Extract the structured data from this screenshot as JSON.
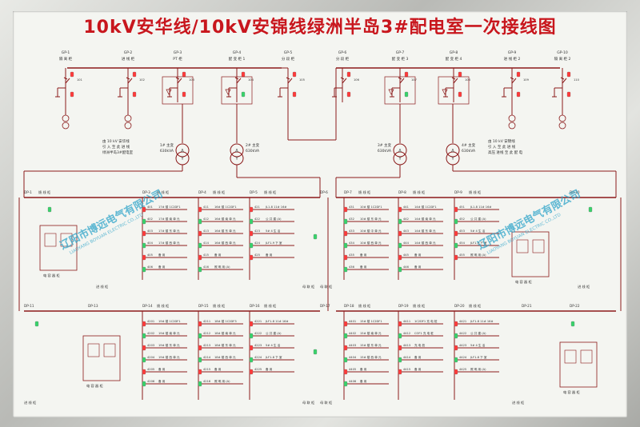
{
  "title": "10kV安华线/10kV安锦线绿洲半岛3#配电室一次接线图",
  "hv_panels": [
    {
      "code": "GP-1",
      "name": "隔 离 柜"
    },
    {
      "code": "GP-2",
      "name": "进 线 柜"
    },
    {
      "code": "GP-3",
      "name": "PT 柜"
    },
    {
      "code": "GP-4",
      "name": "配 变 柜 1"
    },
    {
      "code": "GP-5",
      "name": "分 段 柜"
    },
    {
      "code": "GP-6",
      "name": "分 段 柜"
    },
    {
      "code": "GP-7",
      "name": "配 变 柜 3"
    },
    {
      "code": "GP-8",
      "name": "配 变 柜 4"
    },
    {
      "code": "GP-9",
      "name": "进 线 柜 2"
    },
    {
      "code": "GP-10",
      "name": "隔 离 柜 2"
    }
  ],
  "hv_switch_labels": [
    "101",
    "102",
    "103",
    "104",
    "105",
    "106",
    "107",
    "108",
    "109",
    "110"
  ],
  "transformers": [
    {
      "name": "1# 主变",
      "rating": "630kVA"
    },
    {
      "name": "2# 主变",
      "rating": "630kVA"
    },
    {
      "name": "3# 主变",
      "rating": "630kVA"
    },
    {
      "name": "4# 主变",
      "rating": "630kVA"
    }
  ],
  "notes": {
    "left": [
      "由 10 kV 安华线",
      "引 入 至 此 进 线",
      "绿洲半岛3#配电室"
    ],
    "right": [
      "由 10 kV 安锦线",
      "引 入 至 此 进 线",
      "高压 进线 至 此 配 电"
    ]
  },
  "lv_top_panels": [
    {
      "code": "DP-1",
      "name": "馈 线 柜"
    },
    {
      "code": "DP-3",
      "name": "馈 线 柜"
    },
    {
      "code": "DP-4",
      "name": "馈 线 柜"
    },
    {
      "code": "DP-5",
      "name": "馈 线 柜"
    },
    {
      "code": "DP-6",
      "name": ""
    },
    {
      "code": "DP-7",
      "name": "馈 线 柜"
    },
    {
      "code": "DP-8",
      "name": "馈 线 柜"
    },
    {
      "code": "DP-9",
      "name": "馈 线 柜"
    },
    {
      "code": "DP-10",
      "name": ""
    }
  ],
  "lv_bottom_panels": [
    {
      "code": "DP-11",
      "name": ""
    },
    {
      "code": "DP-13",
      "name": ""
    },
    {
      "code": "DP-14",
      "name": "馈 线 柜"
    },
    {
      "code": "DP-15",
      "name": "馈 线 柜"
    },
    {
      "code": "DP-16",
      "name": "馈 线 柜"
    },
    {
      "code": "DP-17",
      "name": ""
    },
    {
      "code": "DP-18",
      "name": "馈 线 柜"
    },
    {
      "code": "DP-19",
      "name": "馈 线 柜"
    },
    {
      "code": "DP-20",
      "name": "馈 线 柜"
    },
    {
      "code": "DP-21",
      "name": ""
    },
    {
      "code": "DP-22",
      "name": ""
    }
  ],
  "feeder_columns_top": [
    {
      "ids": [
        "401",
        "402",
        "403",
        "404",
        "405",
        "406"
      ],
      "labels": [
        "17# 楼 1C2DF1",
        "17# 楼 南 单 元",
        "17# 楼 东 单 元",
        "17# 楼 西 单 元",
        "备 用",
        "备 用"
      ]
    },
    {
      "ids": [
        "411",
        "412",
        "413",
        "414",
        "415",
        "416"
      ],
      "labels": [
        "16# 楼 1C2DF1",
        "16# 楼 南 单 元",
        "16# 楼 东 单 元",
        "16# 楼 西 单 元",
        "备 用",
        "照 明 用 (A)"
      ]
    },
    {
      "ids": [
        "421",
        "422",
        "423",
        "424",
        "425"
      ],
      "labels": [
        "JL1-8 11# 16#",
        "公 共 建 (A)",
        "5# 4  生 活",
        "JLF1-9  下 室",
        "备 用"
      ]
    },
    {
      "ids": [
        "431",
        "432",
        "433",
        "434",
        "435",
        "436"
      ],
      "labels": [
        "10# 楼 1C2DF1",
        "10# 楼 东 单 元",
        "10# 楼 中 单 元",
        "10# 楼 西 单 元",
        "备 用",
        "备 用"
      ]
    },
    {
      "ids": [
        "441",
        "442",
        "443",
        "444",
        "445",
        "446"
      ],
      "labels": [
        "14# 楼 1C2DF1",
        "14# 楼 南 单 元",
        "14# 楼 东 单 元",
        "14# 楼 西 单 元",
        "备 用",
        "备 用"
      ]
    },
    {
      "ids": [
        "451",
        "452",
        "453",
        "454",
        "455"
      ],
      "labels": [
        "JL1-8 11# 16#",
        "公 共 建 (A)",
        "5# 4  生 活",
        "JLF1-8  下 室",
        "照 明 用 (A)"
      ]
    }
  ],
  "feeder_columns_bottom": [
    {
      "ids": [
        "4201",
        "4202",
        "4203",
        "4204",
        "4205",
        "4206"
      ],
      "labels": [
        "19# 楼 1C2DF1",
        "19# 楼 南 单 元",
        "19# 楼 东 单 元",
        "19# 楼 西 单 元",
        "备 用",
        "备 用"
      ]
    },
    {
      "ids": [
        "4211",
        "4212",
        "4213",
        "4214",
        "4215",
        "4216"
      ],
      "labels": [
        "18# 楼 1C2DF3",
        "18# 楼 南 单 元",
        "18# 楼 东 单 元",
        "18# 楼 西 单 元",
        "备 用",
        "照 明 用 (A)"
      ]
    },
    {
      "ids": [
        "4221",
        "4222",
        "4223",
        "4224",
        "4225"
      ],
      "labels": [
        "JLF1-8 11# 16#",
        "公 共 建 (A)",
        "5# 4  生 活",
        "JLF1-8  下 室",
        "备 用"
      ]
    },
    {
      "ids": [
        "4401",
        "4402",
        "4403",
        "4404",
        "4405",
        "4406"
      ],
      "labels": [
        "15# 楼 1C2DF1",
        "15# 楼 南 单 元",
        "15# 楼 东 单 元",
        "15# 楼 西 单 元",
        "备 用",
        "备 用"
      ]
    },
    {
      "ids": [
        "4411",
        "4412",
        "4413",
        "4414",
        "4415"
      ],
      "labels": [
        "1C2DF1  充 电 桩",
        "COF1  充 电 桩",
        "充 电 桩",
        "备 用",
        "备 用"
      ]
    },
    {
      "ids": [
        "4421",
        "4422",
        "4423",
        "4424",
        "4425"
      ],
      "labels": [
        "JLF1-8 11# 16#",
        "公 共 建 (A)",
        "5# 4  生 活",
        "JLF1-8  下 室",
        "照 明 用 (A)"
      ]
    }
  ],
  "side_labels": {
    "tie_top_left": "母 联 柜",
    "tie_top_right": "母 联 柜",
    "tie_bottom_left": "母 联 柜",
    "tie_bottom_right": "母 联 柜",
    "cap_tl": "电 容 器 柜",
    "cap_tr": "电 容 器 柜",
    "cap_bl": "电 容 器 柜",
    "cap_br": "电 容 器 柜",
    "incoming_tl": "进 线 柜",
    "incoming_tr": "进 线 柜",
    "incoming_bl": "进 线 柜",
    "incoming_br": "进 线 柜"
  },
  "watermark": "辽阳市博远电气有限公司",
  "watermark_en": "LIAOYANG BOYUAN ELECTRIC CO.,LTD",
  "colors": {
    "line": "#8b1a1a",
    "title": "#c8161d",
    "text": "#333333",
    "red_led": "#ff3a3a",
    "green_led": "#38d26b",
    "watermark": "#2ea4c9"
  }
}
